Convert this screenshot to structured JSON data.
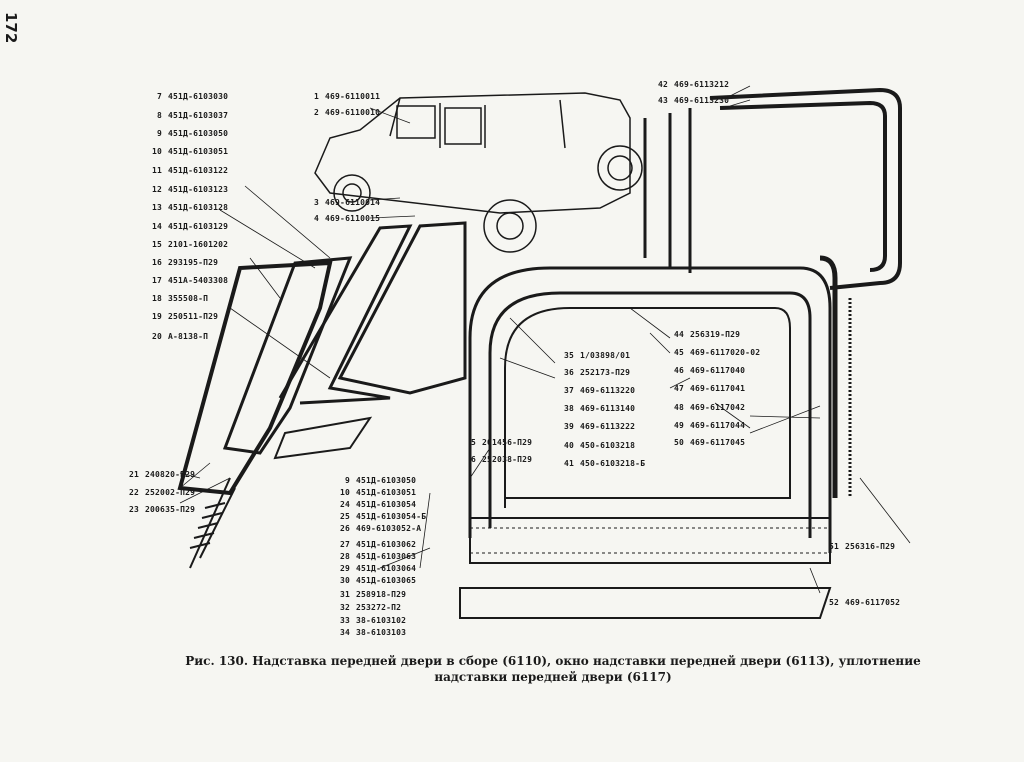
{
  "page_number": "172",
  "caption": "Рис. 130. Надставка передней двери в сборе (6110), окно надставки передней двери (6113), уплотнение надставки передней двери (6117)",
  "parts": [
    {
      "n": "7",
      "code": "451Д-6103030"
    },
    {
      "n": "8",
      "code": "451Д-6103037"
    },
    {
      "n": "9",
      "code": "451Д-6103050"
    },
    {
      "n": "10",
      "code": "451Д-6103051"
    },
    {
      "n": "11",
      "code": "451Д-6103122"
    },
    {
      "n": "12",
      "code": "451Д-6103123"
    },
    {
      "n": "13",
      "code": "451Д-6103128"
    },
    {
      "n": "14",
      "code": "451Д-6103129"
    },
    {
      "n": "15",
      "code": "2101-1601202"
    },
    {
      "n": "16",
      "code": "293195-П29"
    },
    {
      "n": "17",
      "code": "451А-5403308"
    },
    {
      "n": "18",
      "code": "355508-П"
    },
    {
      "n": "19",
      "code": "250511-П29"
    },
    {
      "n": "20",
      "code": "А-8138-П"
    },
    {
      "n": "1",
      "code": "469-6110011"
    },
    {
      "n": "2",
      "code": "469-6110010"
    },
    {
      "n": "3",
      "code": "469-6110014"
    },
    {
      "n": "4",
      "code": "469-6110015"
    },
    {
      "n": "42",
      "code": "469-6113212"
    },
    {
      "n": "43",
      "code": "469-6113230"
    },
    {
      "n": "44",
      "code": "256319-П29"
    },
    {
      "n": "45",
      "code": "469-6117020-02"
    },
    {
      "n": "46",
      "code": "469-6117040"
    },
    {
      "n": "47",
      "code": "469-6117041"
    },
    {
      "n": "48",
      "code": "469-6117042"
    },
    {
      "n": "49",
      "code": "469-6117044"
    },
    {
      "n": "50",
      "code": "469-6117045"
    },
    {
      "n": "35",
      "code": "1/03898/01"
    },
    {
      "n": "36",
      "code": "252173-П29"
    },
    {
      "n": "37",
      "code": "469-6113220"
    },
    {
      "n": "38",
      "code": "469-6113140"
    },
    {
      "n": "39",
      "code": "469-6113222"
    },
    {
      "n": "40",
      "code": "450-6103218"
    },
    {
      "n": "41",
      "code": "450-6103218-Б"
    },
    {
      "n": "5",
      "code": "201456-П29"
    },
    {
      "n": "6",
      "code": "252038-П29"
    },
    {
      "n": "21",
      "code": "240820-П29"
    },
    {
      "n": "22",
      "code": "252002-П29"
    },
    {
      "n": "23",
      "code": "200635-П29"
    },
    {
      "n": "9",
      "code": "451Д-6103050"
    },
    {
      "n": "10",
      "code": "451Д-6103051"
    },
    {
      "n": "24",
      "code": "451Д-6103054"
    },
    {
      "n": "25",
      "code": "451Д-6103054-Б"
    },
    {
      "n": "26",
      "code": "469-6103052-А"
    },
    {
      "n": "27",
      "code": "451Д-6103062"
    },
    {
      "n": "28",
      "code": "451Д-6103063"
    },
    {
      "n": "29",
      "code": "451Д-6103064"
    },
    {
      "n": "30",
      "code": "451Д-6103065"
    },
    {
      "n": "31",
      "code": "258918-П29"
    },
    {
      "n": "32",
      "code": "253272-П2"
    },
    {
      "n": "33",
      "code": "38-6103102"
    },
    {
      "n": "34",
      "code": "38-6103103"
    },
    {
      "n": "51",
      "code": "256316-П29"
    },
    {
      "n": "52",
      "code": "469-6117052"
    }
  ]
}
